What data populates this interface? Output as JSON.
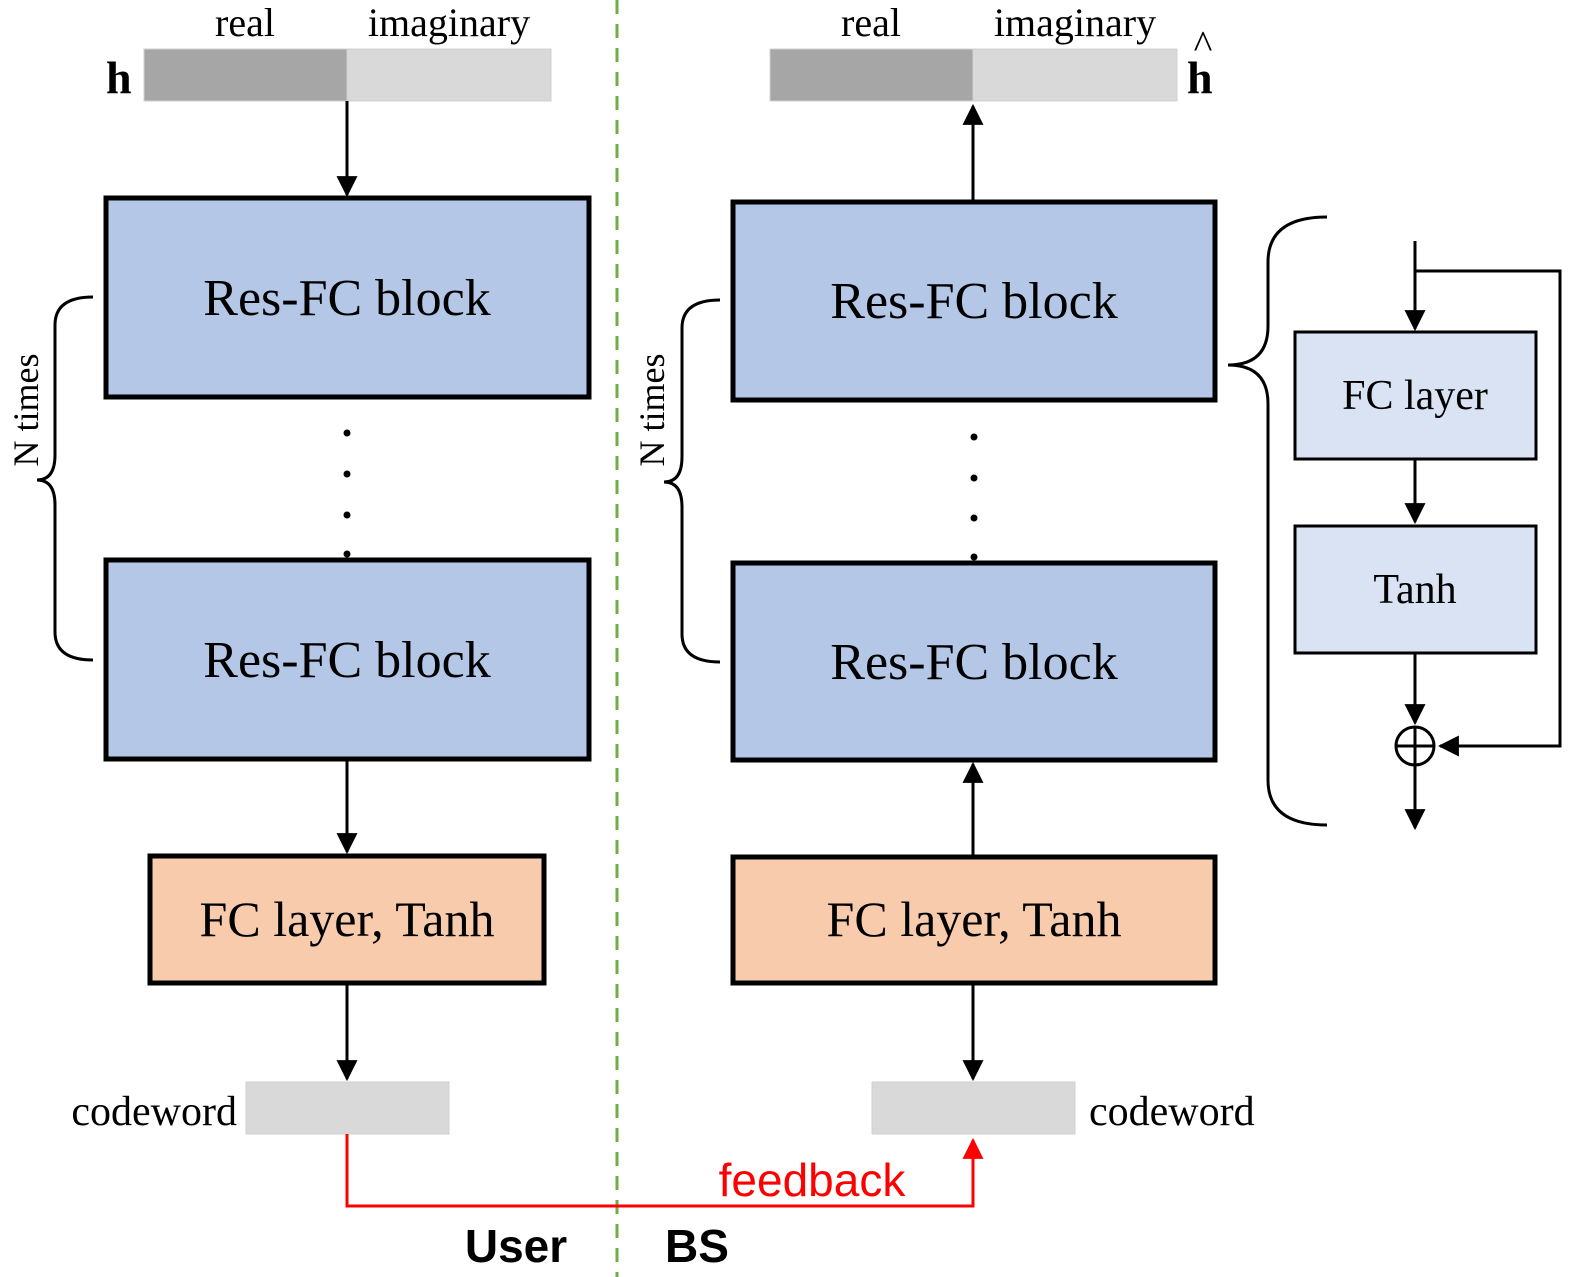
{
  "input": {
    "symbol": "h",
    "real_label": "real",
    "imag_label": "imaginary"
  },
  "output": {
    "symbol": "h",
    "hat": "^",
    "real_label": "real",
    "imag_label": "imaginary"
  },
  "encoder": {
    "block_top": "Res-FC block",
    "block_bottom": "Res-FC block",
    "repeat_label": "N times",
    "fc_layer": "FC layer, Tanh",
    "codeword_label": "codeword"
  },
  "decoder": {
    "block_top": "Res-FC block",
    "block_bottom": "Res-FC block",
    "repeat_label": "N times",
    "fc_layer": "FC layer, Tanh",
    "codeword_label": "codeword"
  },
  "detail": {
    "fc": "FC layer",
    "act": "Tanh",
    "sum_symbol": "⊕"
  },
  "link": {
    "feedback": "feedback",
    "user": "User",
    "bs": "BS"
  },
  "colors": {
    "resfc_fill": "#b4c7e7",
    "fc_tanh_fill": "#f8cbad",
    "detail_fill": "#dae3f3",
    "real_part": "#a6a6a6",
    "imag_part": "#d9d9d9",
    "codeword": "#d9d9d9",
    "feedback": "#ff0000",
    "divider": "#70ad47"
  }
}
